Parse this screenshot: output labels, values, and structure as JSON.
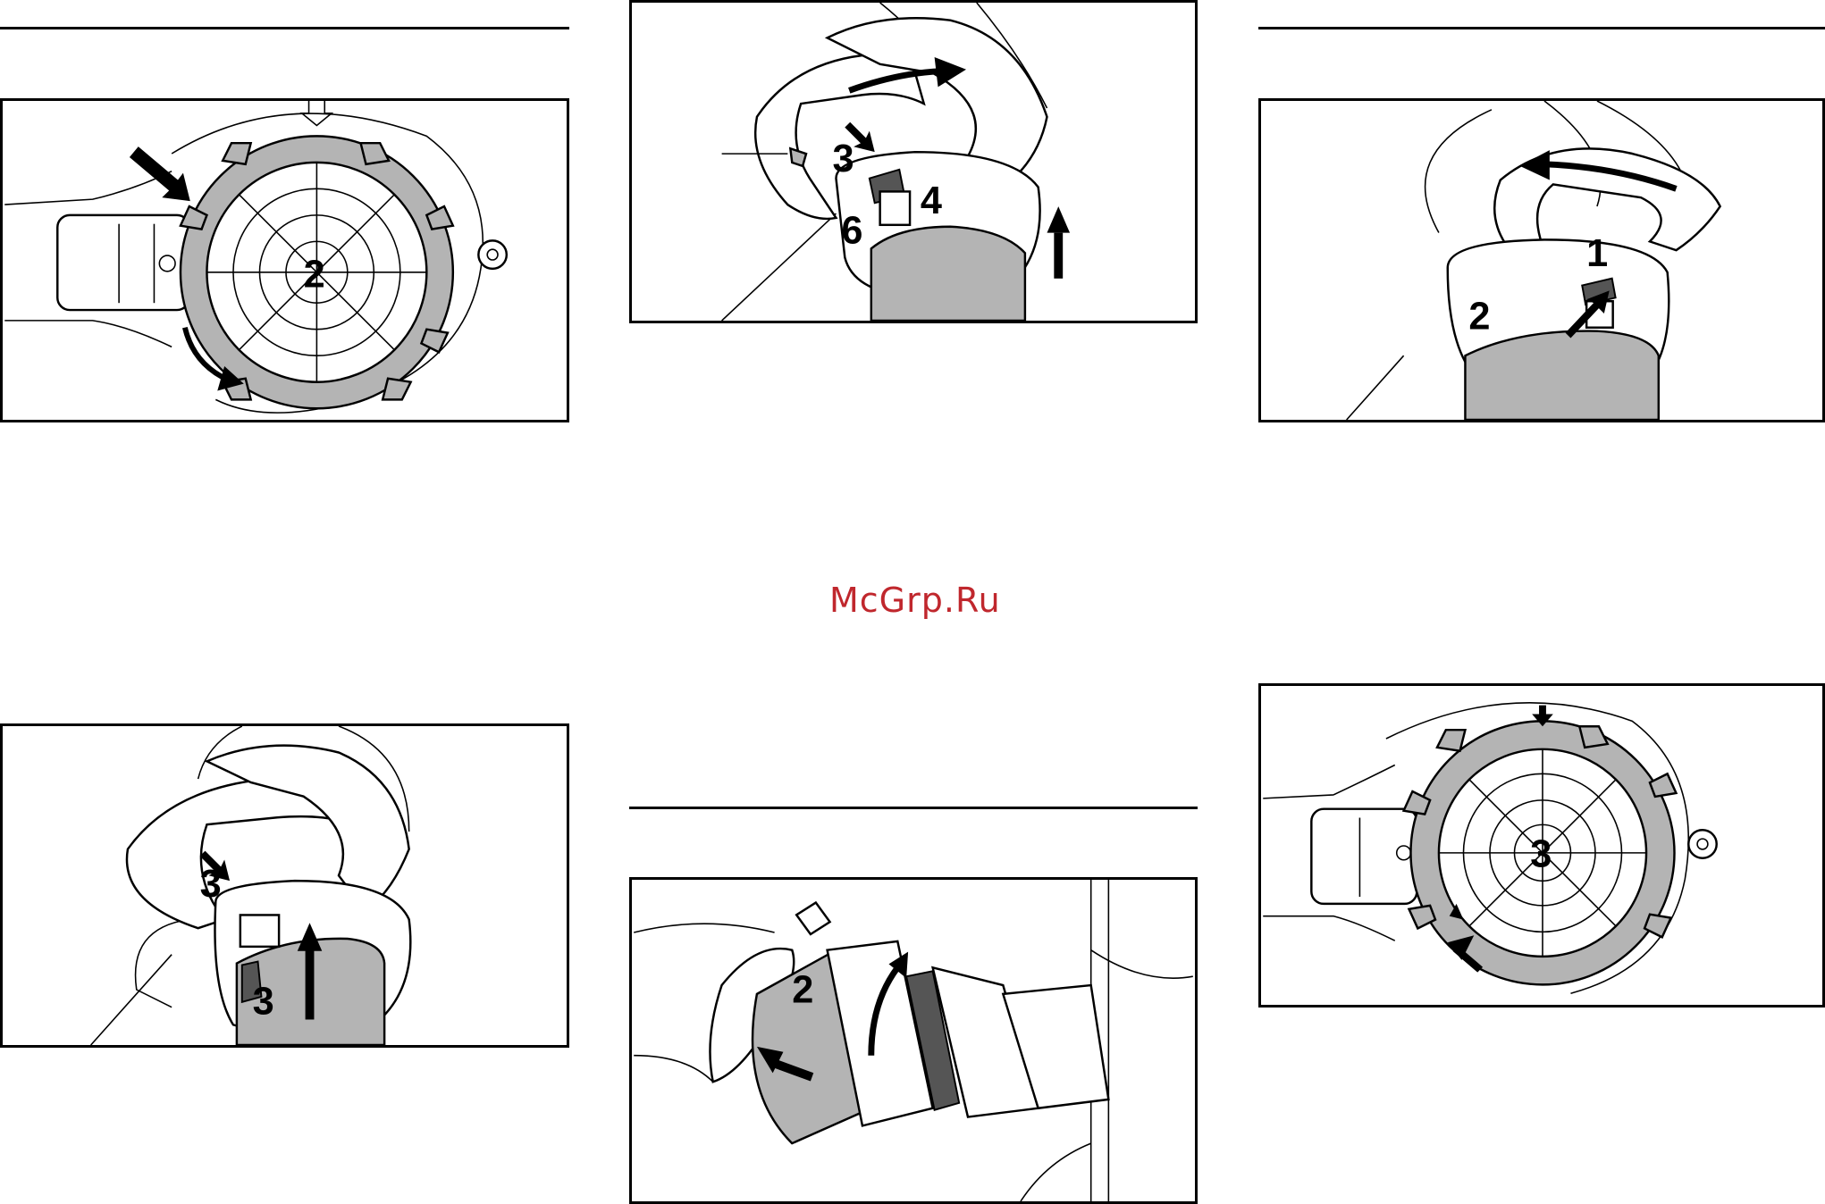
{
  "watermark": "McGrp.Ru",
  "figures": {
    "fig1": {
      "callouts": [
        "2"
      ]
    },
    "fig2": {
      "callouts": [
        "3",
        "4",
        "6"
      ]
    },
    "fig3": {
      "callouts": [
        "1",
        "2"
      ]
    },
    "fig4": {
      "callouts": [
        "3",
        "3"
      ]
    },
    "fig5": {
      "callouts": [
        "2"
      ]
    },
    "fig6": {
      "callouts": [
        "3"
      ]
    }
  },
  "colors": {
    "line": "#000000",
    "fill_grey": "#b4b4b4",
    "watermark": "#c0272d"
  }
}
